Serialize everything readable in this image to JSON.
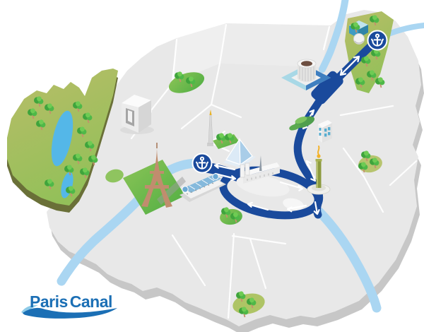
{
  "brand": {
    "first": "Paris",
    "second": "Canal",
    "text_color": "#1b6fb5",
    "wave_dark_color": "#1b6fb5",
    "wave_light_color": "#8ecbe8"
  },
  "map": {
    "label": "Illustrated isometric map of Paris with canal cruise route",
    "land_color": "#e8e8e8",
    "land_edge_color": "#c7c7c7",
    "road_color": "#ffffff",
    "park_olive_color": "#b9bd68",
    "park_green_color": "#6cc24a",
    "park_edge_color": "#6a7038",
    "tree_color": "#4eb848",
    "lake_color": "#54b7e8",
    "river_color": "#aad6f2"
  },
  "route": {
    "color": "#1a4a9c",
    "arrow_color": "#ffffff",
    "stop_marker": "anchor",
    "stops": [
      {
        "id": "north-basin-stop",
        "marker": "anchor"
      },
      {
        "id": "west-quay-stop",
        "marker": "anchor"
      }
    ]
  },
  "landmarks": {
    "grande_arche": "Grande Arche",
    "eiffel_tower": "Eiffel Tower",
    "obelisk": "Obelisk",
    "tuileries": "Tuileries garden",
    "louvre_pyramid": "Louvre pyramid",
    "grand_palais": "Grand Palais",
    "notre_dame": "Notre-Dame cathedral",
    "bastille_column": "Bastille column",
    "canal_building": "Canal-side building",
    "rotonde": "Rotonde",
    "geode": "Geode sphere and science box",
    "bois_de_boulogne": "Bois de Boulogne park",
    "seine": "Seine river",
    "canal": "Canal"
  }
}
